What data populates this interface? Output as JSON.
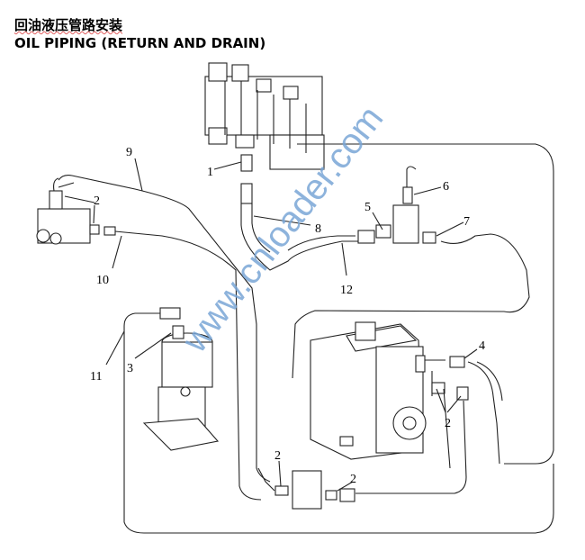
{
  "title": {
    "chinese": "回油液压管路安装",
    "english": "OIL PIPING (RETURN AND DRAIN)"
  },
  "watermark": "www.cnloader.com",
  "part_labels": [
    "1",
    "2",
    "9",
    "8",
    "5",
    "6",
    "7",
    "12",
    "10",
    "11",
    "3",
    "4",
    "2",
    "2",
    "2"
  ]
}
